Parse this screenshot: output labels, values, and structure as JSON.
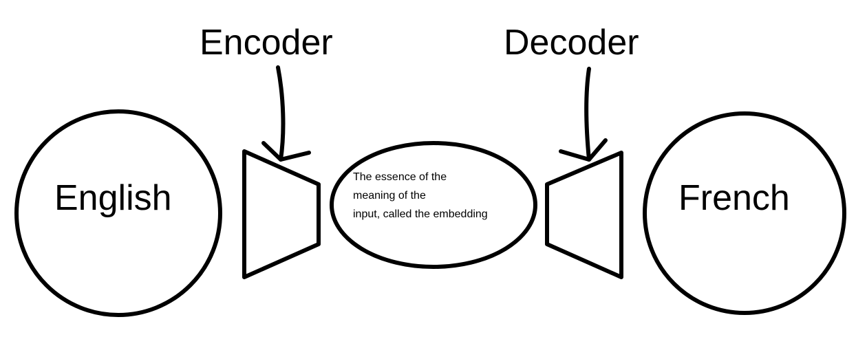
{
  "labels": {
    "encoder": "Encoder",
    "decoder": "Decoder",
    "input_language": "English",
    "output_language": "French",
    "embedding_lines": [
      "The essence of the",
      "meaning of the",
      "input, called the embedding"
    ]
  }
}
